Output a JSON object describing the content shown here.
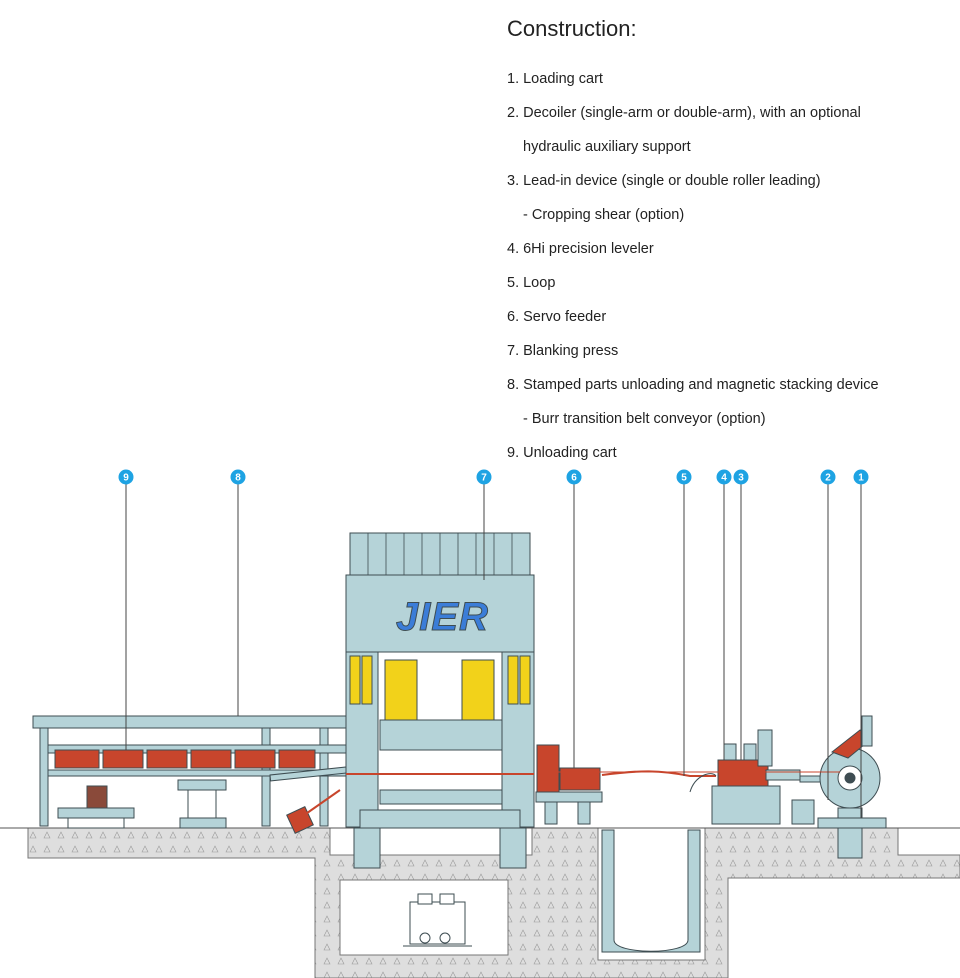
{
  "heading": "Construction:",
  "items": [
    {
      "text": "1. Loading cart",
      "sub": false
    },
    {
      "text": "2. Decoiler (single-arm or double-arm), with an optional",
      "sub": false
    },
    {
      "text": "hydraulic auxiliary support",
      "sub": true
    },
    {
      "text": "3. Lead-in device (single or double roller leading)",
      "sub": false
    },
    {
      "text": "- Cropping shear (option)",
      "sub": true
    },
    {
      "text": "4. 6Hi precision leveler",
      "sub": false
    },
    {
      "text": "5. Loop",
      "sub": false
    },
    {
      "text": "6. Servo feeder",
      "sub": false
    },
    {
      "text": "7. Blanking press",
      "sub": false
    },
    {
      "text": "8. Stamped parts unloading and magnetic stacking device",
      "sub": false
    },
    {
      "text": "- Burr transition belt conveyor (option)",
      "sub": true
    },
    {
      "text": "9. Unloading cart",
      "sub": false
    }
  ],
  "markers": [
    "9",
    "8",
    "7",
    "6",
    "5",
    "4",
    "3",
    "2",
    "1"
  ],
  "press_brand": "JIER",
  "colors": {
    "machine": "#b5d3d8",
    "outline": "#3e4d52",
    "accent_red": "#c8452c",
    "accent_yellow": "#f2d21a",
    "marker_blue": "#1ea3e3",
    "brand_blue": "#3b7dd8",
    "floor_hatch": "#d9d9d9"
  }
}
